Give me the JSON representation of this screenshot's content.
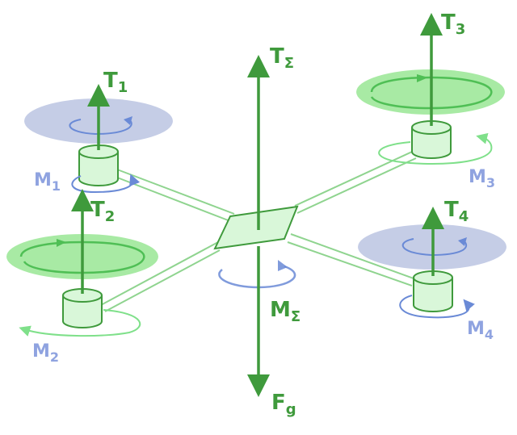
{
  "labels": {
    "t1": {
      "main": "T",
      "sub": "1"
    },
    "t2": {
      "main": "T",
      "sub": "2"
    },
    "t3": {
      "main": "T",
      "sub": "3"
    },
    "t4": {
      "main": "T",
      "sub": "4"
    },
    "tsum": {
      "main": "T",
      "sub": "Σ"
    },
    "m1": {
      "main": "M",
      "sub": "1"
    },
    "m2": {
      "main": "M",
      "sub": "2"
    },
    "m3": {
      "main": "M",
      "sub": "3"
    },
    "m4": {
      "main": "M",
      "sub": "4"
    },
    "msum": {
      "main": "M",
      "sub": "Σ"
    },
    "fg": {
      "main": "F",
      "sub": "g"
    }
  },
  "colors": {
    "green_dark": "#3f9a3c",
    "green_light": "#7fe08a",
    "green_fill": "#d9f7d9",
    "green_disc": "#a8eaa4",
    "blue": "#6a8ad6",
    "blue_disc": "#c5cde6"
  }
}
